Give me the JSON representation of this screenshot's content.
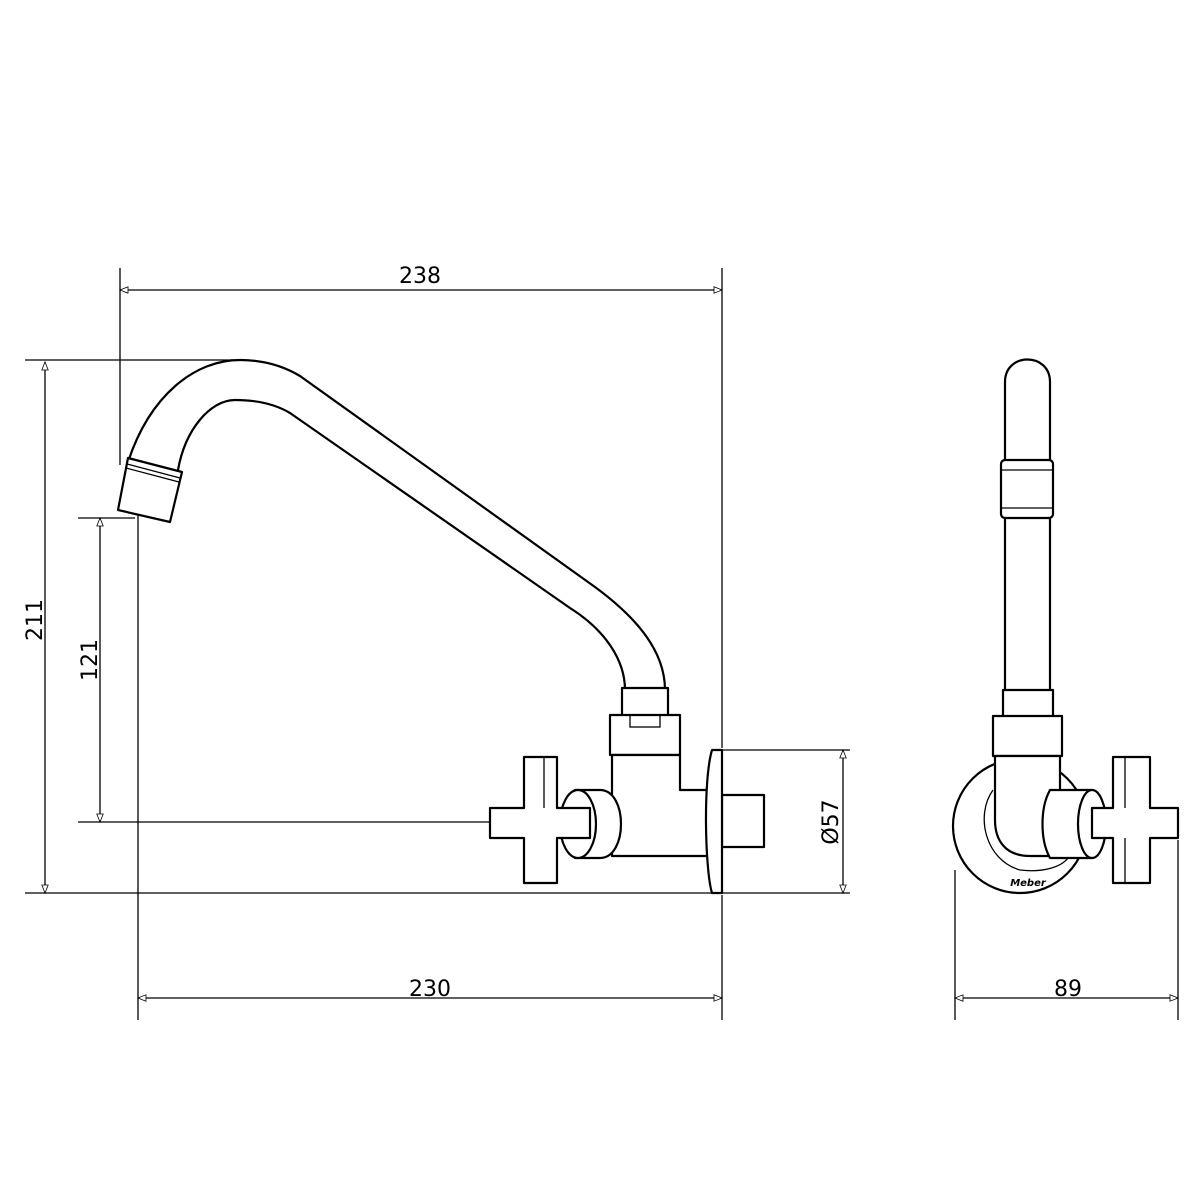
{
  "dimensions": {
    "spout_reach": "238",
    "total_height": "211",
    "spout_clearance": "121",
    "wall_to_outlet": "230",
    "flange_diameter": "Ø57",
    "front_width": "89"
  },
  "logo_text": "Meber",
  "colors": {
    "line": "#000000",
    "background": "#ffffff"
  }
}
